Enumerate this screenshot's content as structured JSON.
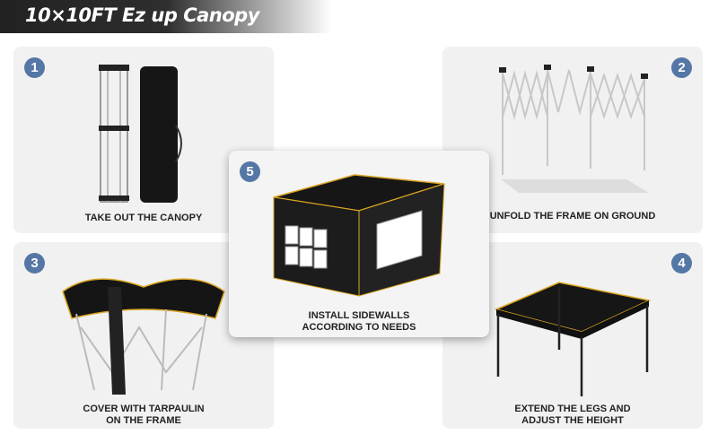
{
  "header": {
    "title": "10×10FT Ez up Canopy"
  },
  "steps": [
    {
      "number": "1",
      "caption": [
        "TAKE OUT THE CANOPY"
      ]
    },
    {
      "number": "2",
      "caption": [
        "UNFOLD THE FRAME ON GROUND"
      ]
    },
    {
      "number": "3",
      "caption": [
        "COVER WITH TARPAULIN",
        "ON THE FRAME"
      ]
    },
    {
      "number": "4",
      "caption": [
        "EXTEND THE LEGS AND",
        "ADJUST THE HEIGHT"
      ]
    },
    {
      "number": "5",
      "caption": [
        "INSTALL SIDEWALLS",
        "ACCORDING TO NEEDS"
      ]
    }
  ],
  "colors": {
    "badge": "#5577a6",
    "canopy": "#1a1a1a",
    "trim": "#d9a520"
  }
}
